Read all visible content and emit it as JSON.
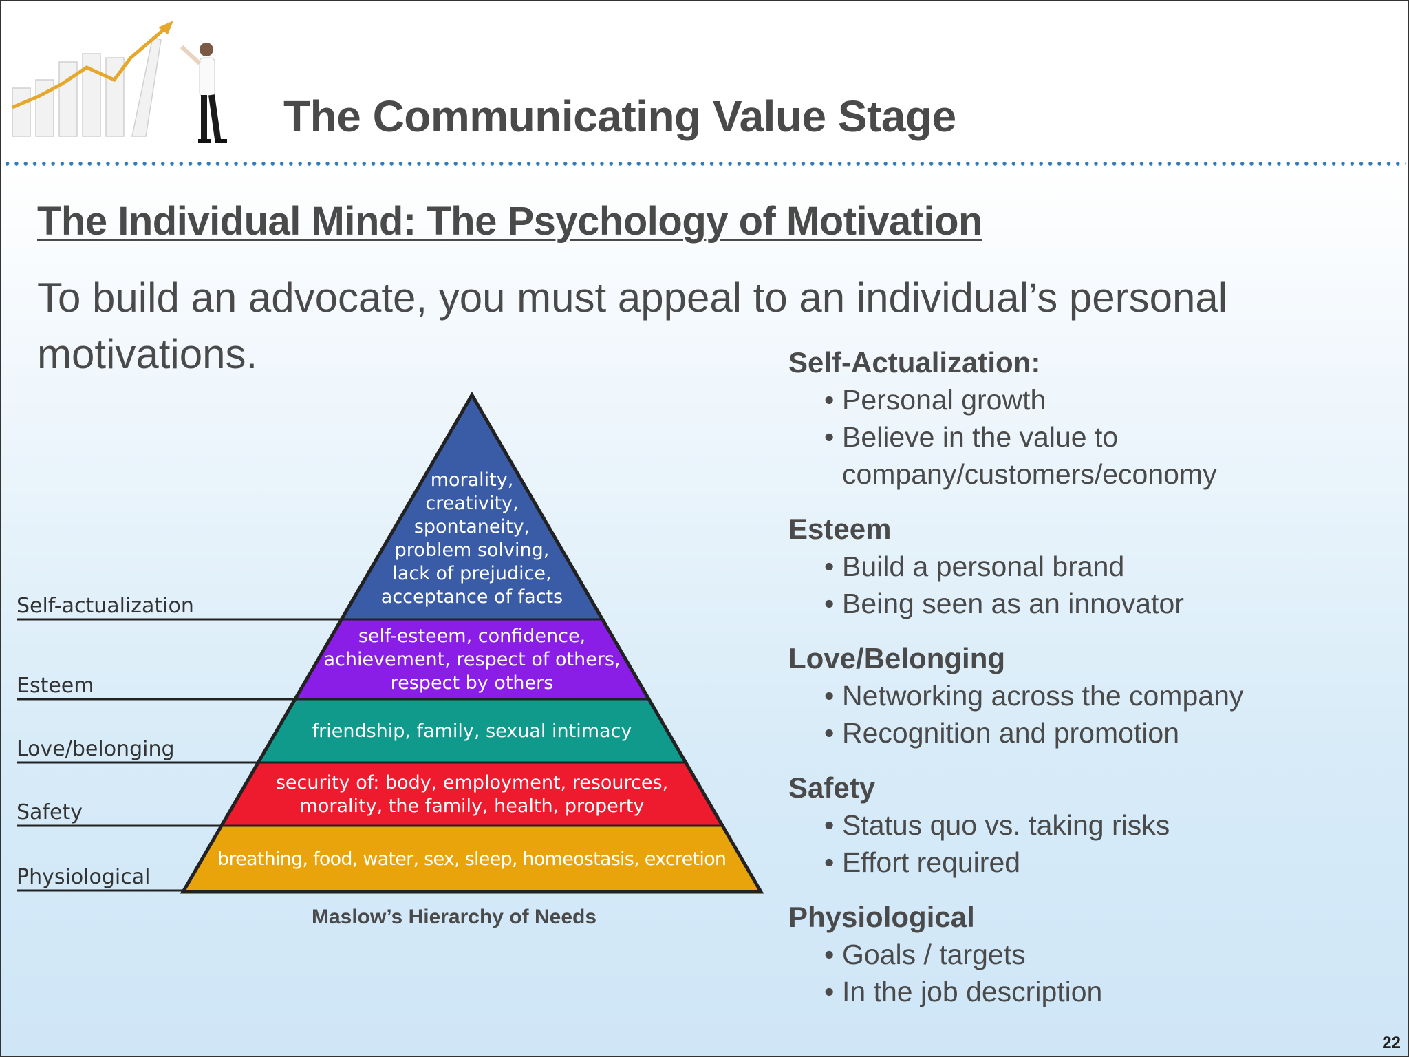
{
  "header": {
    "title": "The Communicating Value Stage",
    "logo_icon": "growth-chart-businessman-icon"
  },
  "section": {
    "heading": "The Individual Mind: The Psychology of Motivation",
    "intro": "To build an advocate, you must appeal to an individual’s personal motivations."
  },
  "diagram": {
    "caption": "Maslow’s Hierarchy of Needs",
    "levels": [
      {
        "label": "Self-actualization",
        "color": "#3a5ba6",
        "lines": [
          "morality,",
          "creativity,",
          "spontaneity,",
          "problem solving,",
          "lack of prejudice,",
          "acceptance of facts"
        ]
      },
      {
        "label": "Esteem",
        "color": "#8a1ee6",
        "lines": [
          "self-esteem, confidence,",
          "achievement, respect of others,",
          "respect by others"
        ]
      },
      {
        "label": "Love/belonging",
        "color": "#0f9a8c",
        "lines": [
          "friendship, family, sexual intimacy"
        ]
      },
      {
        "label": "Safety",
        "color": "#ee1b2e",
        "lines": [
          "security of: body, employment, resources,",
          "morality, the family, health, property"
        ]
      },
      {
        "label": "Physiological",
        "color": "#e9a40c",
        "lines": [
          "breathing, food, water, sex, sleep, homeostasis, excretion"
        ]
      }
    ]
  },
  "needs": [
    {
      "title": "Self-Actualization:",
      "items": [
        "Personal growth",
        "Believe in the value to company/customers/economy"
      ]
    },
    {
      "title": "Esteem",
      "items": [
        "Build a personal brand",
        "Being seen as an innovator"
      ]
    },
    {
      "title": "Love/Belonging",
      "items": [
        "Networking across the company",
        "Recognition and promotion"
      ]
    },
    {
      "title": "Safety",
      "items": [
        "Status quo vs. taking risks",
        "Effort required"
      ]
    },
    {
      "title": "Physiological",
      "items": [
        "Goals / targets",
        "In the job description"
      ]
    }
  ],
  "bullet": "•",
  "page_number": "22"
}
